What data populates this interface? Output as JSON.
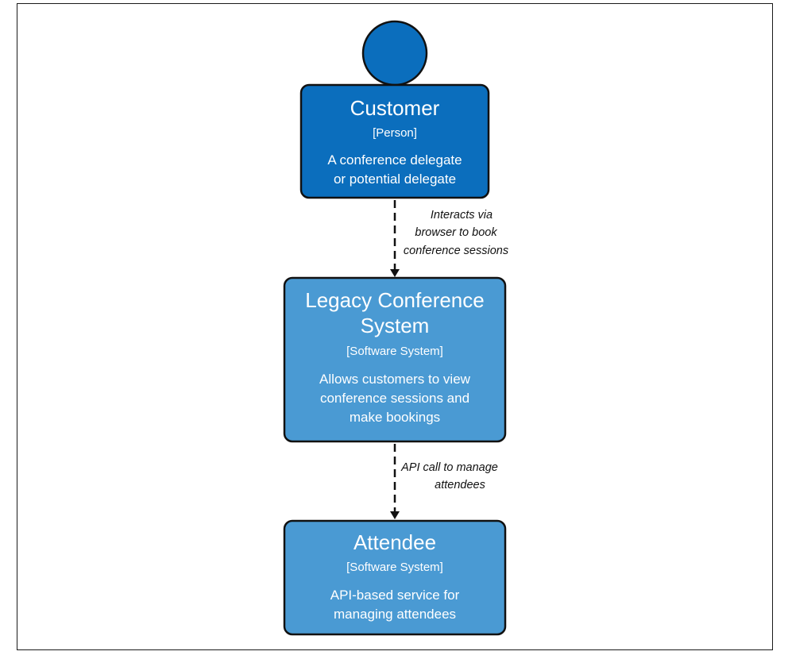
{
  "colors": {
    "person_fill": "#0b6ebd",
    "system_fill": "#4a9ad3",
    "stroke": "#111111",
    "text": "#ffffff"
  },
  "nodes": {
    "customer": {
      "title": "Customer",
      "type": "[Person]",
      "desc_line1": "A conference delegate",
      "desc_line2": "or potential delegate",
      "icon": "person-head-icon"
    },
    "legacy": {
      "title_line1": "Legacy Conference",
      "title_line2": "System",
      "type": "[Software System]",
      "desc_line1": "Allows customers to view",
      "desc_line2": "conference sessions and",
      "desc_line3": "make bookings"
    },
    "attendee": {
      "title": "Attendee",
      "type": "[Software System]",
      "desc_line1": "API-based service for",
      "desc_line2": "managing attendees"
    }
  },
  "edges": {
    "customer_to_legacy": {
      "line1": "Interacts via",
      "line2": "browser to book",
      "line3": "conference sessions"
    },
    "legacy_to_attendee": {
      "line1": "API call to manage",
      "line2": "attendees"
    }
  }
}
